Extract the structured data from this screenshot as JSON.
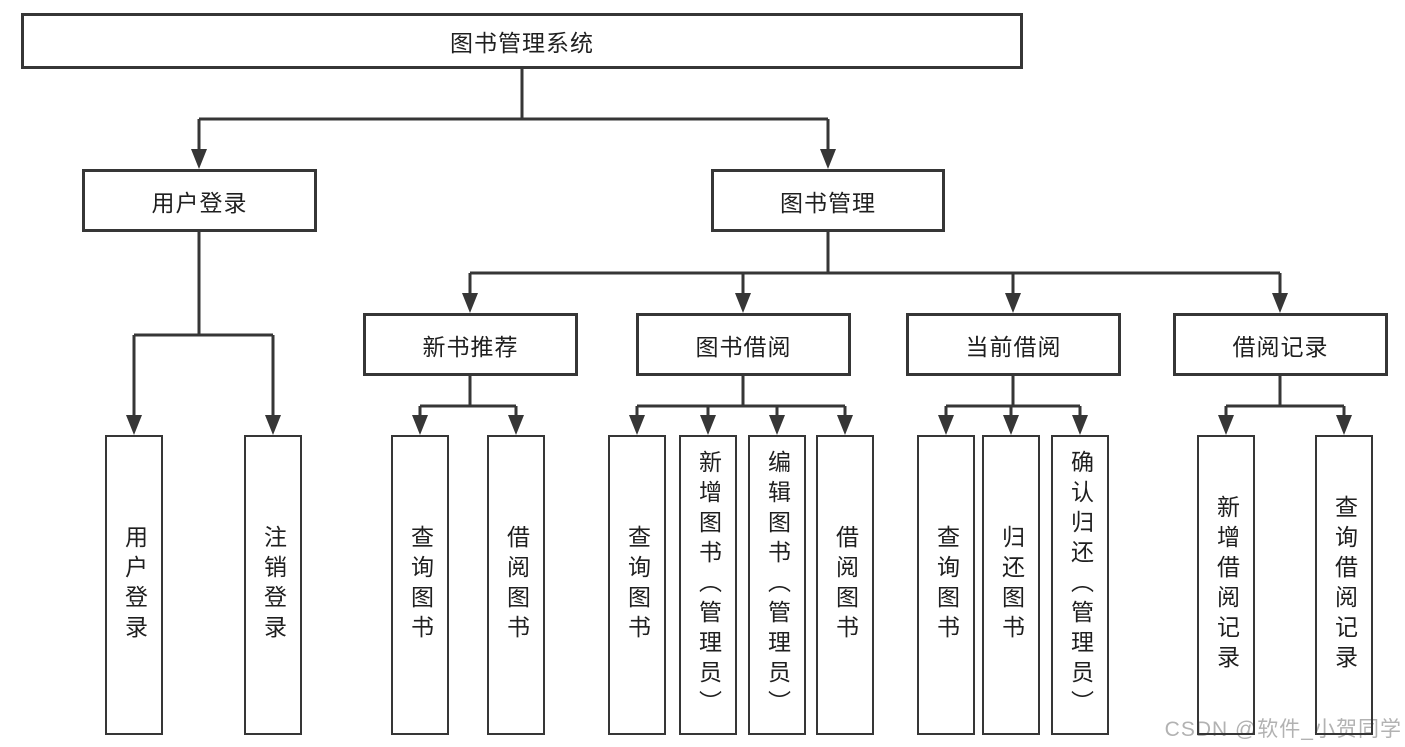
{
  "tree": {
    "root": {
      "label": "图书管理系统"
    },
    "branches": [
      {
        "label": "用户登录",
        "children": [
          {
            "label": "用户登录"
          },
          {
            "label": "注销登录"
          }
        ]
      },
      {
        "label": "图书管理",
        "children": [
          {
            "label": "新书推荐",
            "children": [
              {
                "label": "查询图书"
              },
              {
                "label": "借阅图书"
              }
            ]
          },
          {
            "label": "图书借阅",
            "children": [
              {
                "label": "查询图书"
              },
              {
                "label": "新增图书（管理员）"
              },
              {
                "label": "编辑图书（管理员）"
              },
              {
                "label": "借阅图书"
              }
            ]
          },
          {
            "label": "当前借阅",
            "children": [
              {
                "label": "查询图书"
              },
              {
                "label": "归还图书"
              },
              {
                "label": "确认归还（管理员）"
              }
            ]
          },
          {
            "label": "借阅记录",
            "children": [
              {
                "label": "新增借阅记录"
              },
              {
                "label": "查询借阅记录"
              }
            ]
          }
        ]
      }
    ]
  },
  "watermark": {
    "text": "CSDN @软件_小贺同学"
  },
  "colors": {
    "line": "#363636",
    "text": "#1f1f1f",
    "watermark": "#b2b2b2",
    "background": "#ffffff"
  }
}
